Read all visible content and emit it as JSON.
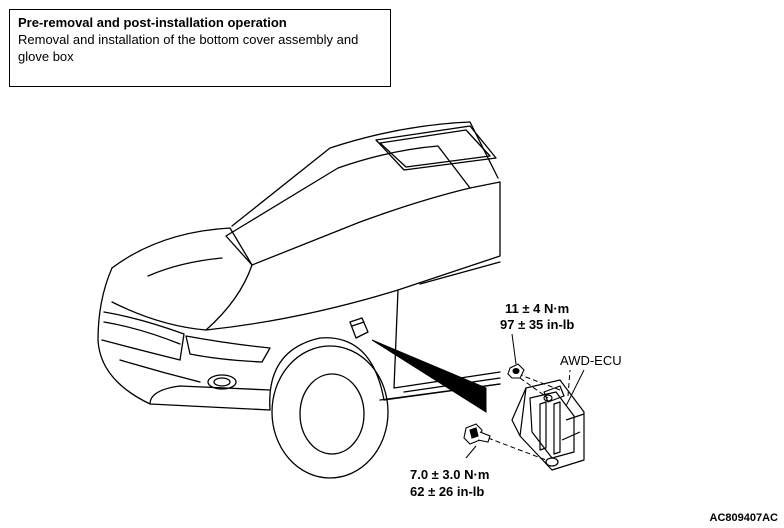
{
  "procedure": {
    "title": "Pre-removal and post-installation operation",
    "body": "Removal and installation of the bottom cover assembly and glove box"
  },
  "torque_upper": {
    "metric": "11 ± 4 N·m",
    "imperial": "97 ± 35 in-lb"
  },
  "torque_lower": {
    "metric": "7.0 ± 3.0 N·m",
    "imperial": "62 ± 26 in-lb"
  },
  "component_label": "AWD-ECU",
  "figure_id": "AC809407AC"
}
